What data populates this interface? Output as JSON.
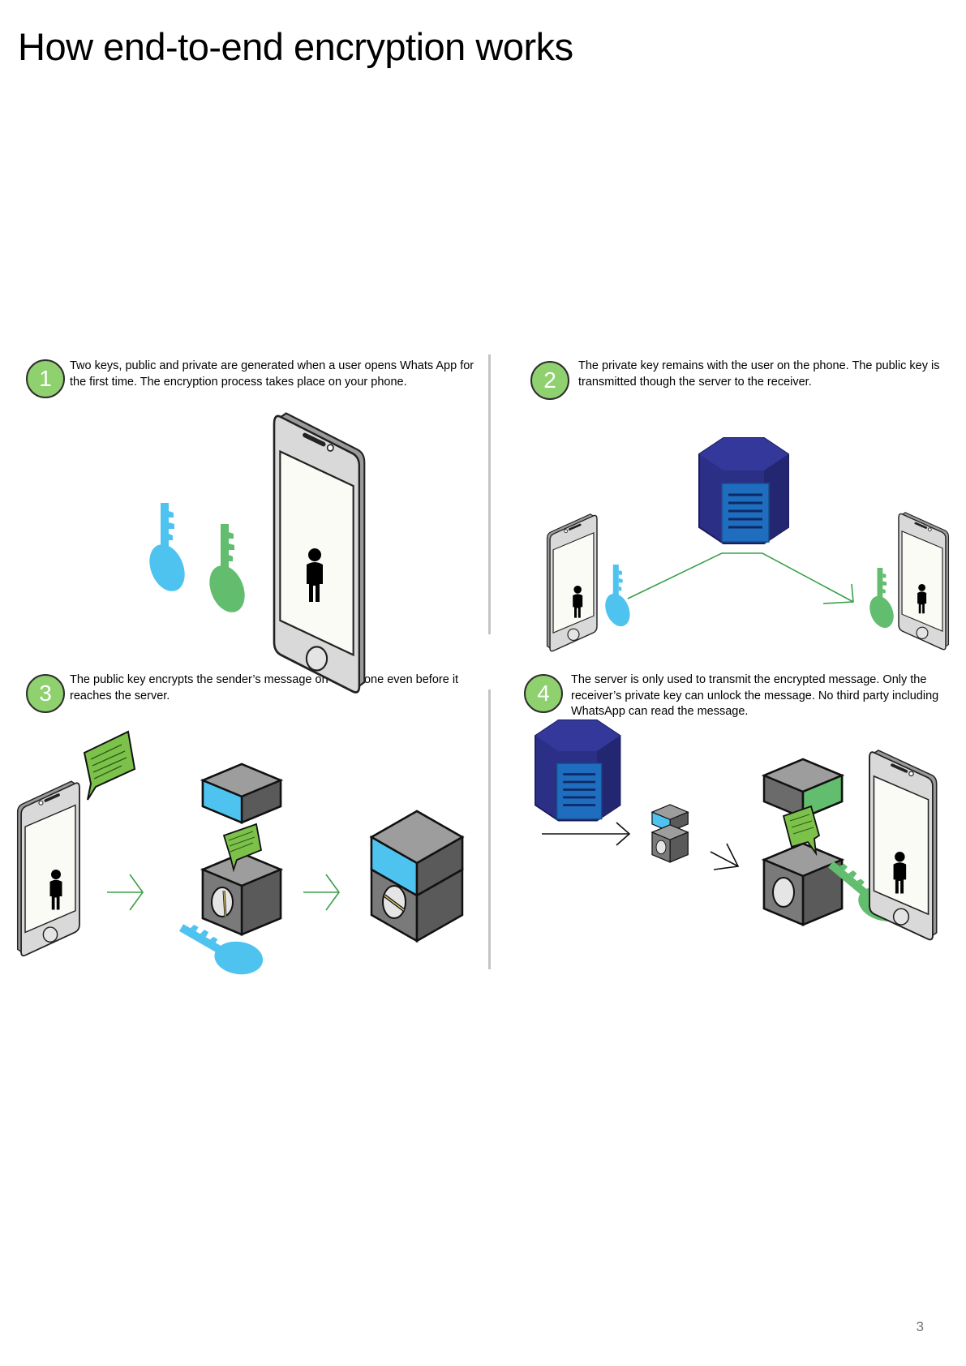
{
  "page": {
    "title": "How end-to-end encryption works",
    "page_number": "3"
  },
  "steps": [
    {
      "number": "1",
      "text": "Two keys, public and private are generated when a user opens Whats App for the first time. The encryption process takes place on your phone."
    },
    {
      "number": "2",
      "text": "The private key remains with the user on the phone. The public key is transmitted though the server to the receiver."
    },
    {
      "number": "3",
      "text": "The public key encrypts the sender’s message on the phone even before it reaches the server."
    },
    {
      "number": "4",
      "text": "The server is only used to transmit the encrypted message. Only the receiver’s private key can unlock the message. No third party including WhatsApp can read the message."
    }
  ],
  "colors": {
    "public_key": "#4fc3f0",
    "private_key": "#62bd6e",
    "server": "#2b2f86",
    "server_panel": "#1f6dbf",
    "step_badge": "#8fd06f",
    "message_bubble": "#7cc24a",
    "lock_box": "#6b6b6b",
    "arrow_green": "#3aa04a"
  },
  "icons": {
    "phone": "smartphone-icon",
    "public_key": "public-key-icon",
    "private_key": "private-key-icon",
    "server": "server-icon",
    "lockbox": "lockbox-icon",
    "message": "message-bubble-icon",
    "person": "person-icon",
    "arrow": "arrow-right-icon"
  }
}
